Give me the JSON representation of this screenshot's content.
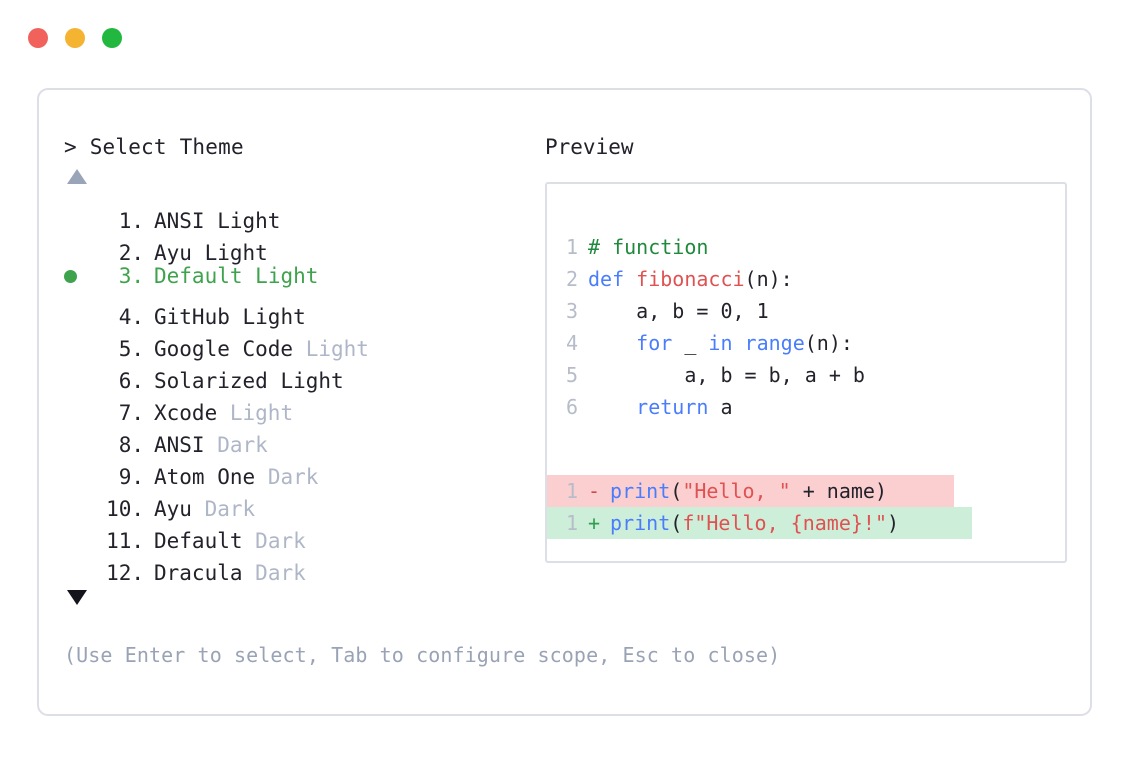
{
  "window": {
    "traffic_lights": [
      {
        "name": "close",
        "color": "#f1625d"
      },
      {
        "name": "minimize",
        "color": "#f4b331"
      },
      {
        "name": "maximize",
        "color": "#22b83f"
      }
    ]
  },
  "selector": {
    "prompt_symbol": ">",
    "prompt_label": "Select Theme",
    "scroll_up_icon": "triangle-up-icon",
    "scroll_down_icon": "triangle-down-icon",
    "selected_index": 3,
    "selected_color": "#3fa34d",
    "items": [
      {
        "num": "1.",
        "name": "ANSI",
        "variant": "Light",
        "variant_dim": false,
        "selected": false
      },
      {
        "num": "2.",
        "name": "Ayu",
        "variant": "Light",
        "variant_dim": false,
        "selected": false
      },
      {
        "num": "3.",
        "name": "Default",
        "variant": "Light",
        "variant_dim": false,
        "selected": true
      },
      {
        "num": "4.",
        "name": "GitHub",
        "variant": "Light",
        "variant_dim": false,
        "selected": false
      },
      {
        "num": "5.",
        "name": "Google Code",
        "variant": "Light",
        "variant_dim": true,
        "selected": false
      },
      {
        "num": "6.",
        "name": "Solarized",
        "variant": "Light",
        "variant_dim": false,
        "selected": false
      },
      {
        "num": "7.",
        "name": "Xcode",
        "variant": "Light",
        "variant_dim": true,
        "selected": false
      },
      {
        "num": "8.",
        "name": "ANSI",
        "variant": "Dark",
        "variant_dim": true,
        "selected": false
      },
      {
        "num": "9.",
        "name": "Atom One",
        "variant": "Dark",
        "variant_dim": true,
        "selected": false
      },
      {
        "num": "10.",
        "name": "Ayu",
        "variant": "Dark",
        "variant_dim": true,
        "selected": false
      },
      {
        "num": "11.",
        "name": "Default",
        "variant": "Dark",
        "variant_dim": true,
        "selected": false
      },
      {
        "num": "12.",
        "name": "Dracula",
        "variant": "Dark",
        "variant_dim": true,
        "selected": false
      }
    ],
    "footer_hint": "(Use Enter to select, Tab to configure scope, Esc to close)"
  },
  "preview": {
    "label": "Preview",
    "code_lines": [
      {
        "num": "1",
        "tokens": [
          {
            "t": "# function",
            "c": "comment"
          }
        ]
      },
      {
        "num": "2",
        "tokens": [
          {
            "t": "def ",
            "c": "kw"
          },
          {
            "t": "fibonacci",
            "c": "fn"
          },
          {
            "t": "(n):",
            "c": "plain"
          }
        ]
      },
      {
        "num": "3",
        "tokens": [
          {
            "t": "    a, b = 0, 1",
            "c": "plain"
          }
        ]
      },
      {
        "num": "4",
        "tokens": [
          {
            "t": "    ",
            "c": "plain"
          },
          {
            "t": "for",
            "c": "kw"
          },
          {
            "t": " _ ",
            "c": "plain"
          },
          {
            "t": "in range",
            "c": "kw"
          },
          {
            "t": "(n):",
            "c": "plain"
          }
        ]
      },
      {
        "num": "5",
        "tokens": [
          {
            "t": "        a, b = b, a + b",
            "c": "plain"
          }
        ]
      },
      {
        "num": "6",
        "tokens": [
          {
            "t": "    ",
            "c": "plain"
          },
          {
            "t": "return",
            "c": "kw"
          },
          {
            "t": " a",
            "c": "plain"
          }
        ]
      }
    ],
    "diff_lines": [
      {
        "num": "1",
        "marker": "-",
        "kind": "del",
        "tokens": [
          {
            "t": "print",
            "c": "fn2"
          },
          {
            "t": "(",
            "c": "plain"
          },
          {
            "t": "\"Hello, \"",
            "c": "str"
          },
          {
            "t": " + name)",
            "c": "plain"
          }
        ]
      },
      {
        "num": "1",
        "marker": "+",
        "kind": "add",
        "tokens": [
          {
            "t": "print",
            "c": "fn2"
          },
          {
            "t": "(",
            "c": "plain"
          },
          {
            "t": "f\"Hello, {name}!\"",
            "c": "str"
          },
          {
            "t": ")",
            "c": "plain"
          }
        ]
      }
    ],
    "colors": {
      "comment": "#1f8a3c",
      "keyword": "#4a7dfc",
      "function": "#e05252",
      "string": "#e05252",
      "plain": "#22222b",
      "line_number": "#b6bcc9",
      "diff_del_bg": "#fbcfcf",
      "diff_add_bg": "#cdeed8"
    }
  }
}
